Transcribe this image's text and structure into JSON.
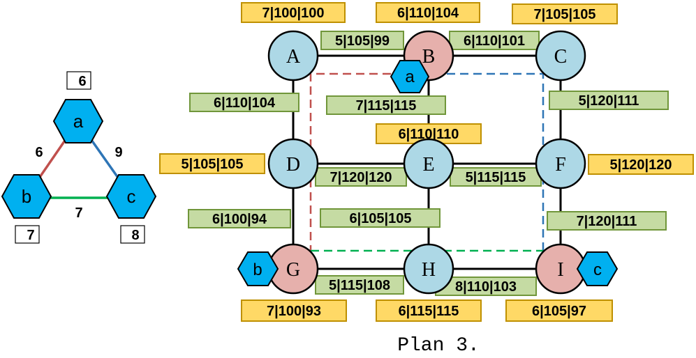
{
  "query_graph": {
    "nodes": [
      {
        "id": "a",
        "label": "a",
        "weight": "6"
      },
      {
        "id": "b",
        "label": "b",
        "weight": "7"
      },
      {
        "id": "c",
        "label": "c",
        "weight": "8"
      }
    ],
    "edges": [
      {
        "from": "a",
        "to": "b",
        "weight": "6",
        "color": "#c0504d"
      },
      {
        "from": "a",
        "to": "c",
        "weight": "9",
        "color": "#2e75b6"
      },
      {
        "from": "b",
        "to": "c",
        "weight": "7",
        "color": "#00b050"
      }
    ],
    "hex_color": "#00b0f0"
  },
  "grid_graph": {
    "node_colors": {
      "default": "#add8e6",
      "mapped": "#e6b0ac"
    },
    "nodes": [
      {
        "id": "A",
        "label": "A",
        "mapped": false,
        "tag": "7|100|100"
      },
      {
        "id": "B",
        "label": "B",
        "mapped": true,
        "tag": "6|110|104",
        "hex": "a"
      },
      {
        "id": "C",
        "label": "C",
        "mapped": false,
        "tag": "7|105|105"
      },
      {
        "id": "D",
        "label": "D",
        "mapped": false,
        "tag": "5|105|105"
      },
      {
        "id": "E",
        "label": "E",
        "mapped": false,
        "tag": "6|110|110"
      },
      {
        "id": "F",
        "label": "F",
        "mapped": false,
        "tag": "5|120|120"
      },
      {
        "id": "G",
        "label": "G",
        "mapped": true,
        "tag": "7|100|93",
        "hex": "b"
      },
      {
        "id": "H",
        "label": "H",
        "mapped": false,
        "tag": "6|115|115"
      },
      {
        "id": "I",
        "label": "I",
        "mapped": true,
        "tag": "6|105|97",
        "hex": "c"
      }
    ],
    "edges": [
      {
        "from": "A",
        "to": "B",
        "label": "5|105|99"
      },
      {
        "from": "B",
        "to": "C",
        "label": "6|110|101"
      },
      {
        "from": "A",
        "to": "D",
        "label": "6|110|104"
      },
      {
        "from": "B",
        "to": "E",
        "label": "7|115|115"
      },
      {
        "from": "C",
        "to": "F",
        "label": "5|120|111"
      },
      {
        "from": "D",
        "to": "E",
        "label": "7|120|120"
      },
      {
        "from": "E",
        "to": "F",
        "label": "5|115|115"
      },
      {
        "from": "D",
        "to": "G",
        "label": "6|100|94"
      },
      {
        "from": "E",
        "to": "H",
        "label": "6|105|105"
      },
      {
        "from": "F",
        "to": "I",
        "label": "7|120|111"
      },
      {
        "from": "G",
        "to": "H",
        "label": "5|115|108"
      },
      {
        "from": "H",
        "to": "I",
        "label": "8|110|103"
      }
    ],
    "paths": [
      {
        "name": "a-b",
        "color": "#c0504d"
      },
      {
        "name": "a-c",
        "color": "#2e75b6"
      },
      {
        "name": "b-c",
        "color": "#00b050"
      }
    ],
    "label_colors": {
      "node_fill": "#ffd966",
      "node_stroke": "#bf9000",
      "edge_fill": "#c5dba3",
      "edge_stroke": "#70963a"
    }
  },
  "caption": "Plan 3."
}
